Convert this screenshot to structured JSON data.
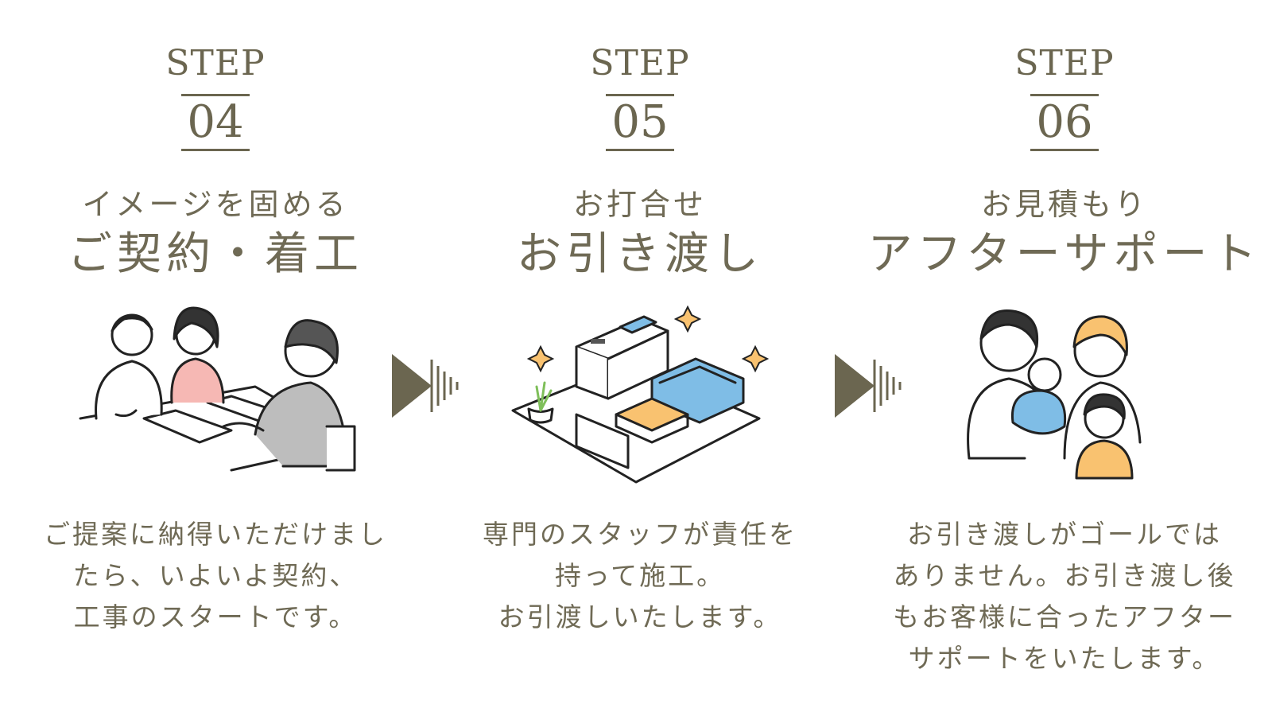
{
  "steps": [
    {
      "label": "STEP",
      "number": "04",
      "subtitle": "イメージを固める",
      "title": "ご契約・着工",
      "illustration_icon": "meeting-contract-icon",
      "description": [
        "ご提案に納得いただけまし",
        "たら、いよいよ契約、",
        "工事のスタートです。"
      ]
    },
    {
      "label": "STEP",
      "number": "05",
      "subtitle": "お打合せ",
      "title": "お引き渡し",
      "illustration_icon": "new-room-icon",
      "description": [
        "専門のスタッフが責任を",
        "持って施工。",
        "お引渡しいたします。"
      ]
    },
    {
      "label": "STEP",
      "number": "06",
      "subtitle": "お見積もり",
      "title": "アフターサポート",
      "illustration_icon": "family-icon",
      "description": [
        "お引き渡しがゴールでは",
        "ありません。お引き渡し後",
        "もお客様に合ったアフター",
        "サポートをいたします。"
      ]
    }
  ],
  "arrows": [
    "arrow-right-icon",
    "arrow-right-icon"
  ],
  "colors": {
    "text": "#6f6a55",
    "accent": "#6b6650",
    "pink": "#f6b8b4",
    "blue": "#7fbde6",
    "orange": "#f9c270",
    "gray": "#bdbdbd",
    "green": "#7fbf5a"
  }
}
